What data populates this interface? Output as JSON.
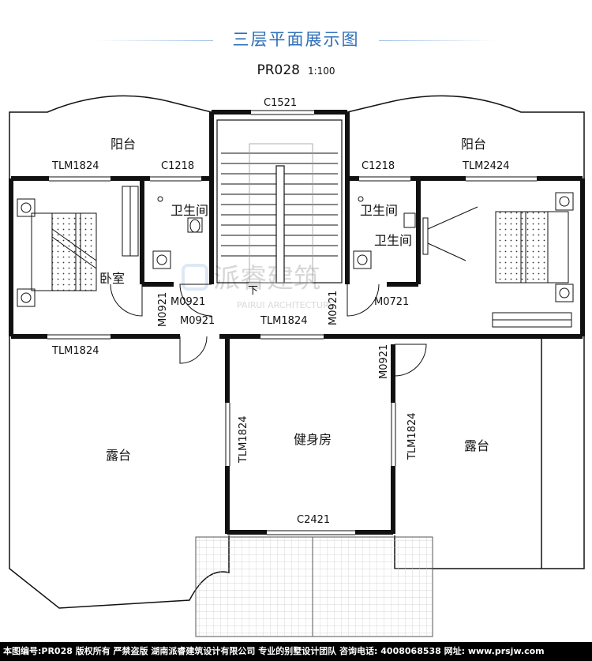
{
  "header": {
    "title": "三层平面展示图",
    "code": "PR028",
    "scale": "1:100"
  },
  "rooms": {
    "balcony_left": "阳台",
    "balcony_right": "阳台",
    "bedroom": "卧室",
    "bath_left": "卫生间",
    "bath_right_a": "卫生间",
    "bath_right_b": "卫生间",
    "terrace_left": "露台",
    "terrace_right": "露台",
    "gym": "健身房",
    "stair_down": "下"
  },
  "openings": {
    "c1521": "C1521",
    "tlm1824_top": "TLM1824",
    "c1218_left": "C1218",
    "c1218_right": "C1218",
    "tlm2424": "TLM2424",
    "m0921_a": "M0921",
    "m0921_vert_left": "M0921",
    "m0921_b": "M0921",
    "m0921_vert_mid": "M0921",
    "m0721": "M0721",
    "tlm1824_mid": "TLM1824",
    "tlm1824_left_bottom": "TLM1824",
    "m0921_vert_right": "M0921",
    "tlm1824_gym_left": "TLM1824",
    "tlm1824_gym_right": "TLM1824",
    "c2421": "C2421"
  },
  "footer": {
    "text": "本图编号:PR028 版权所有 严禁盗版 湖南派睿建筑设计有限公司 专业的别墅设计团队 咨询电话: 4008068538 网址: www.prsjw.com"
  },
  "watermark": {
    "cn": "派睿建筑",
    "en": "PAIRUI ARCHITECTURE"
  },
  "colors": {
    "accent": "#2e6fb8",
    "wall": "#111111",
    "footer_bg": "#000000"
  }
}
